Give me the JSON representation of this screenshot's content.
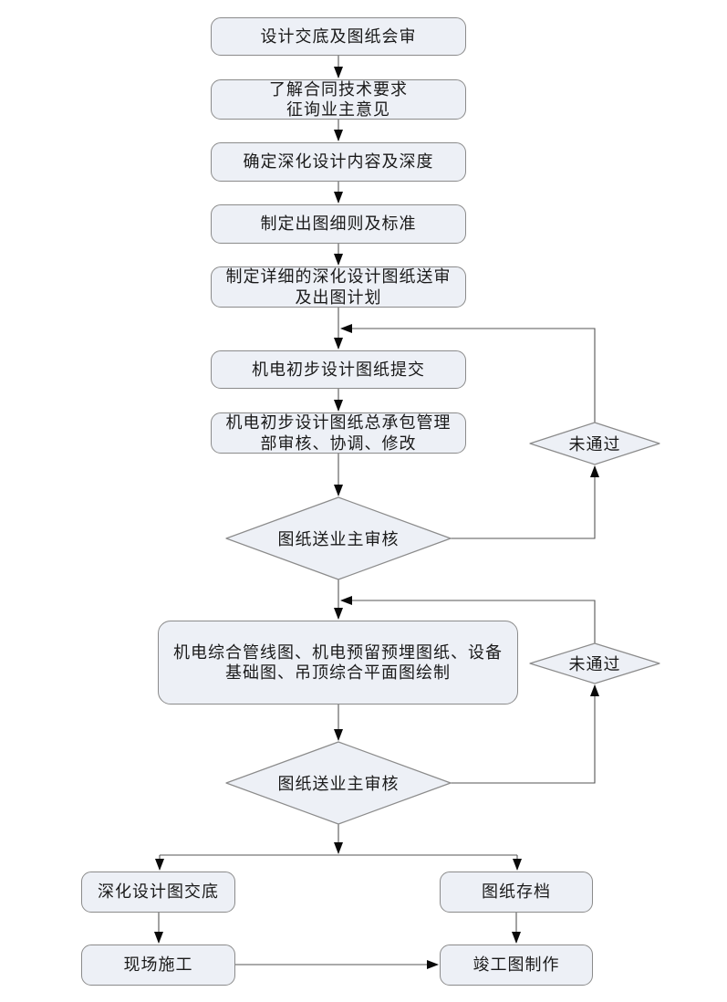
{
  "diagram": {
    "type": "flowchart",
    "language": "zh-CN",
    "nodes": {
      "design_briefing": "设计交底及图纸会审",
      "contract_requirements": "了解合同技术要求\n征询业主意见",
      "define_scope": "确定深化设计内容及深度",
      "drawing_rules": "制定出图细则及标准",
      "submission_plan": "制定详细的深化设计图纸送审\n及出图计划",
      "preliminary_submission": "机电初步设计图纸提交",
      "gc_review": "机电初步设计图纸总承包管理\n部审核、协调、修改",
      "owner_review_1": "图纸送业主审核",
      "not_passed_1": "未通过",
      "comprehensive_drawings": "机电综合管线图、机电预留预埋图纸、设备\n基础图、吊顶综合平面图绘制",
      "owner_review_2": "图纸送业主审核",
      "not_passed_2": "未通过",
      "design_handover": "深化设计图交底",
      "archive": "图纸存档",
      "site_construction": "现场施工",
      "as_built": "竣工图制作"
    },
    "colors": {
      "canvas_bg": "#ffffff",
      "node_fill": "#edf0f6",
      "node_border": "#8b8b8b",
      "line": "#555555",
      "arrow": "#0a0a0a",
      "text": "#1a1a1a"
    }
  }
}
